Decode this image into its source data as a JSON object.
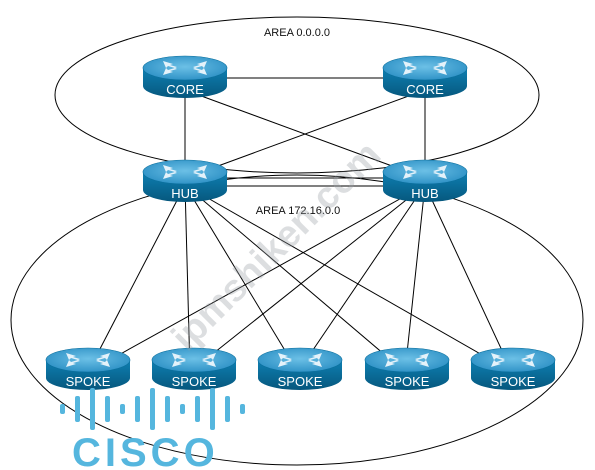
{
  "areas": {
    "backbone_label": "AREA 0.0.0.0",
    "branch_label": "AREA 172.16.0.0"
  },
  "routers": {
    "core1": "CORE",
    "core2": "CORE",
    "hub1": "HUB",
    "hub2": "HUB",
    "spoke1": "SPOKE",
    "spoke2": "SPOKE",
    "spoke3": "SPOKE",
    "spoke4": "SPOKE",
    "spoke5": "SPOKE"
  },
  "watermark": {
    "text": "ipmshiken.com"
  },
  "logo": {
    "text": "CISCO"
  },
  "colors": {
    "router_top": "#4fa9d6",
    "router_side": "#0b6f9c",
    "arrow": "#e4f2fa",
    "line": "#000000",
    "logo": "#55b6de"
  }
}
